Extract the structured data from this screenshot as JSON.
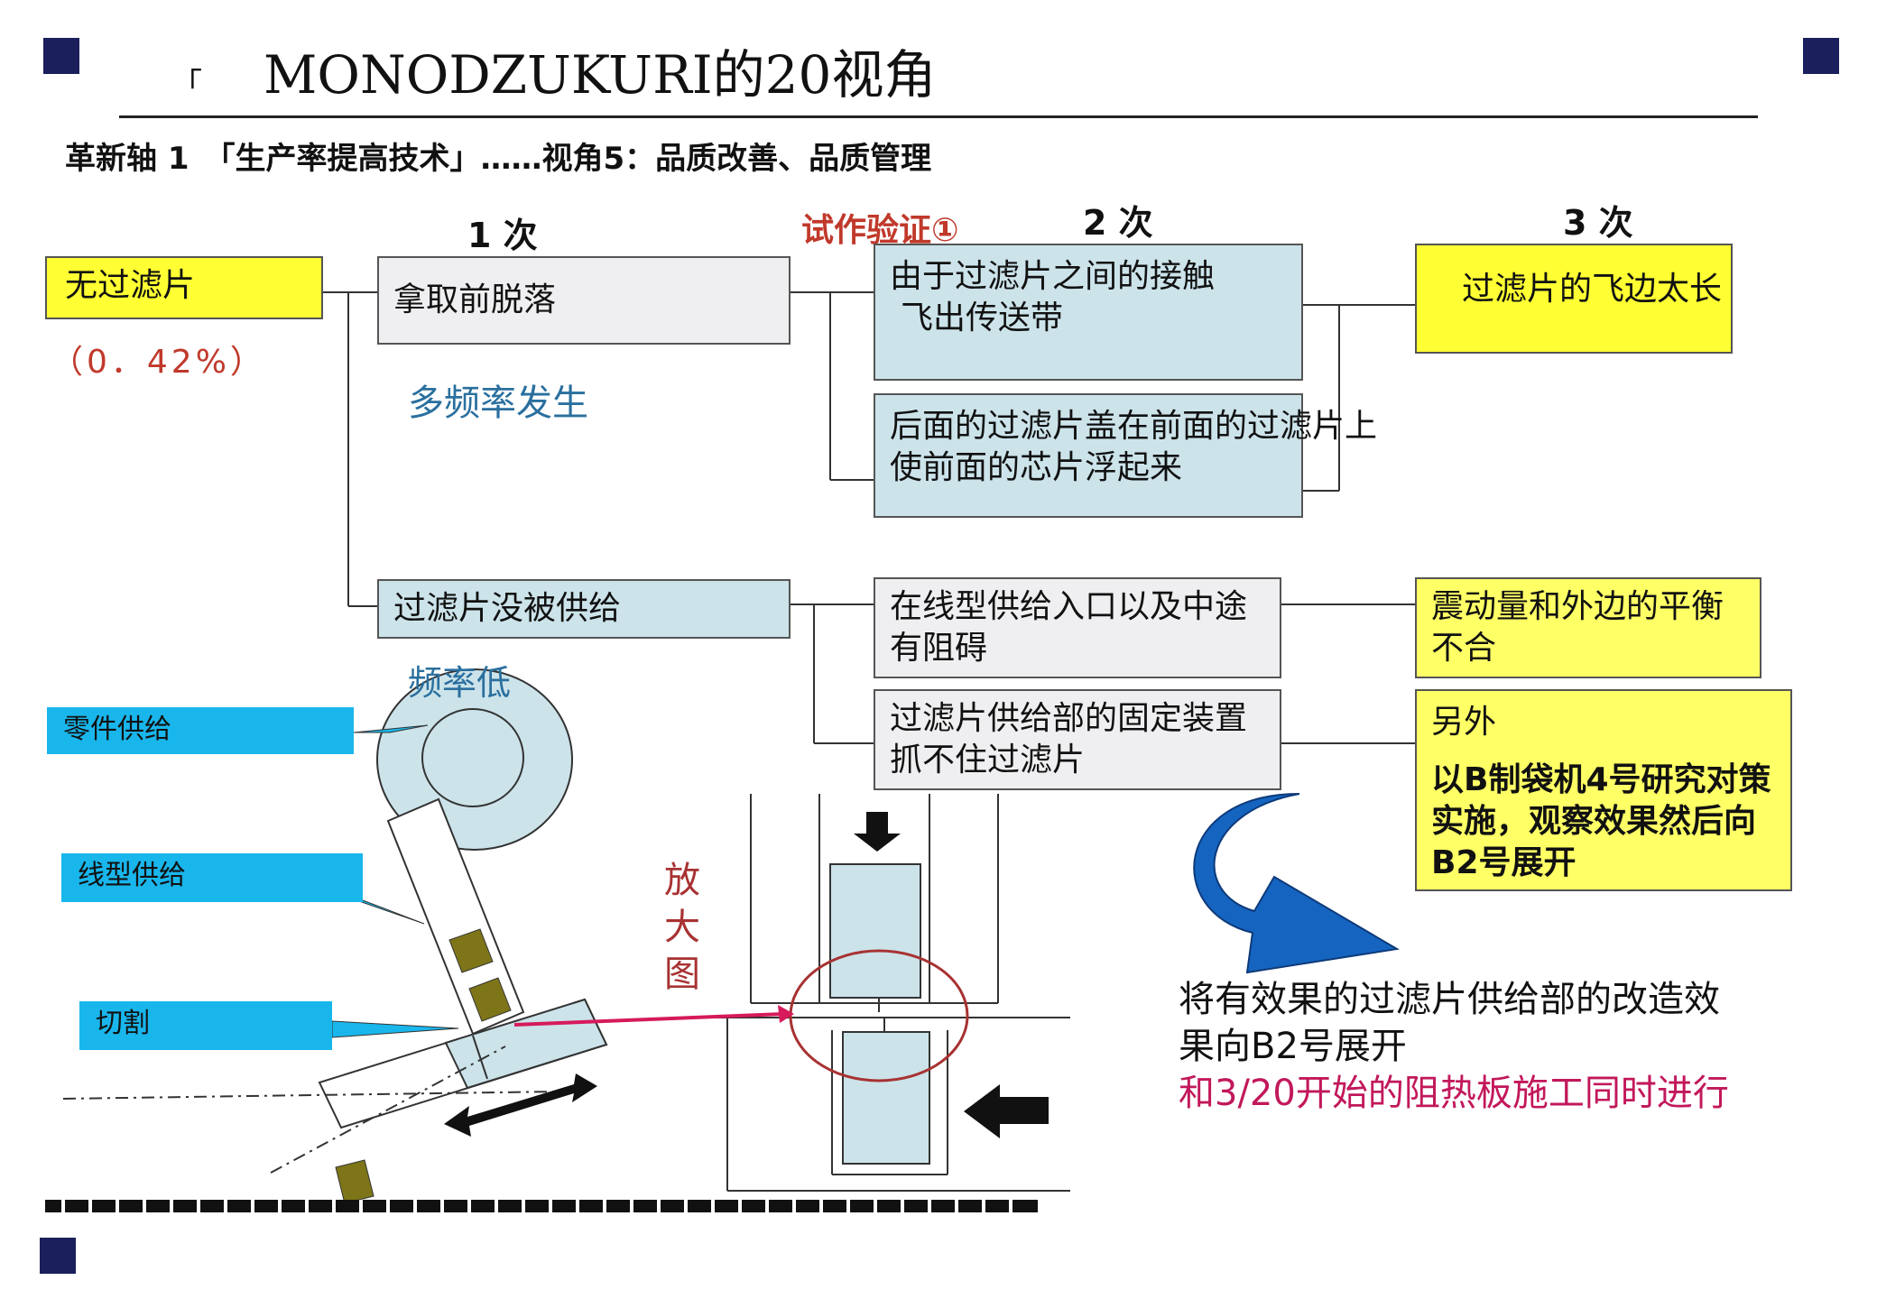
{
  "header": {
    "bracket": "「",
    "title": "MONODZUKURI的20视角",
    "subtitle": "革新轴 1　「生产率提高技术」……视角5：品质改善、品质管理"
  },
  "columns": {
    "col1": "1 次",
    "trial": "试作验证①",
    "col2": "2 次",
    "col3": "3 次"
  },
  "root": {
    "label": "无过滤片",
    "rate": "（0．42%）"
  },
  "branch_a": {
    "label": "拿取前脱落",
    "freq": "多频率发生",
    "causes": [
      {
        "lines": [
          "由于过滤片之间的接触",
          "飞出传送带"
        ]
      },
      {
        "lines": [
          "后面的过滤片盖在前面的过滤片上",
          "使前面的芯片浮起来"
        ]
      }
    ],
    "result": "过滤片的飞边太长"
  },
  "branch_b": {
    "label": "过滤片没被供给",
    "freq": "频率低",
    "causes": [
      {
        "lines": [
          "在线型供给入口以及中途",
          "有阻碍"
        ]
      },
      {
        "lines": [
          "过滤片供给部的固定装置",
          "抓不住过滤片"
        ]
      }
    ],
    "result": {
      "lines": [
        "震动量和外边的平衡",
        "不合"
      ]
    },
    "other": {
      "title": "另外",
      "lines": [
        "以B制袋机4号研究对策",
        "实施，观察效果然后向",
        "B2号展开"
      ]
    }
  },
  "machine": {
    "parts_supply": "零件供给",
    "linear_supply": "线型供给",
    "cutting": "切割",
    "magnified": [
      "放",
      "大",
      "图"
    ]
  },
  "conclusion": {
    "lines": [
      "将有效果的过滤片供给部的改造效",
      "果向B2号展开"
    ],
    "highlight": "和3/20开始的阻热板施工同时进行"
  },
  "colors": {
    "navy": "#1b1f5c",
    "yellow": "#ffff33",
    "light_blue": "#cce3ea",
    "callout_blue": "#19b6ec",
    "red_text": "#c0392b",
    "magenta_text": "#c2185b",
    "teal_text": "#2a6f9e"
  }
}
